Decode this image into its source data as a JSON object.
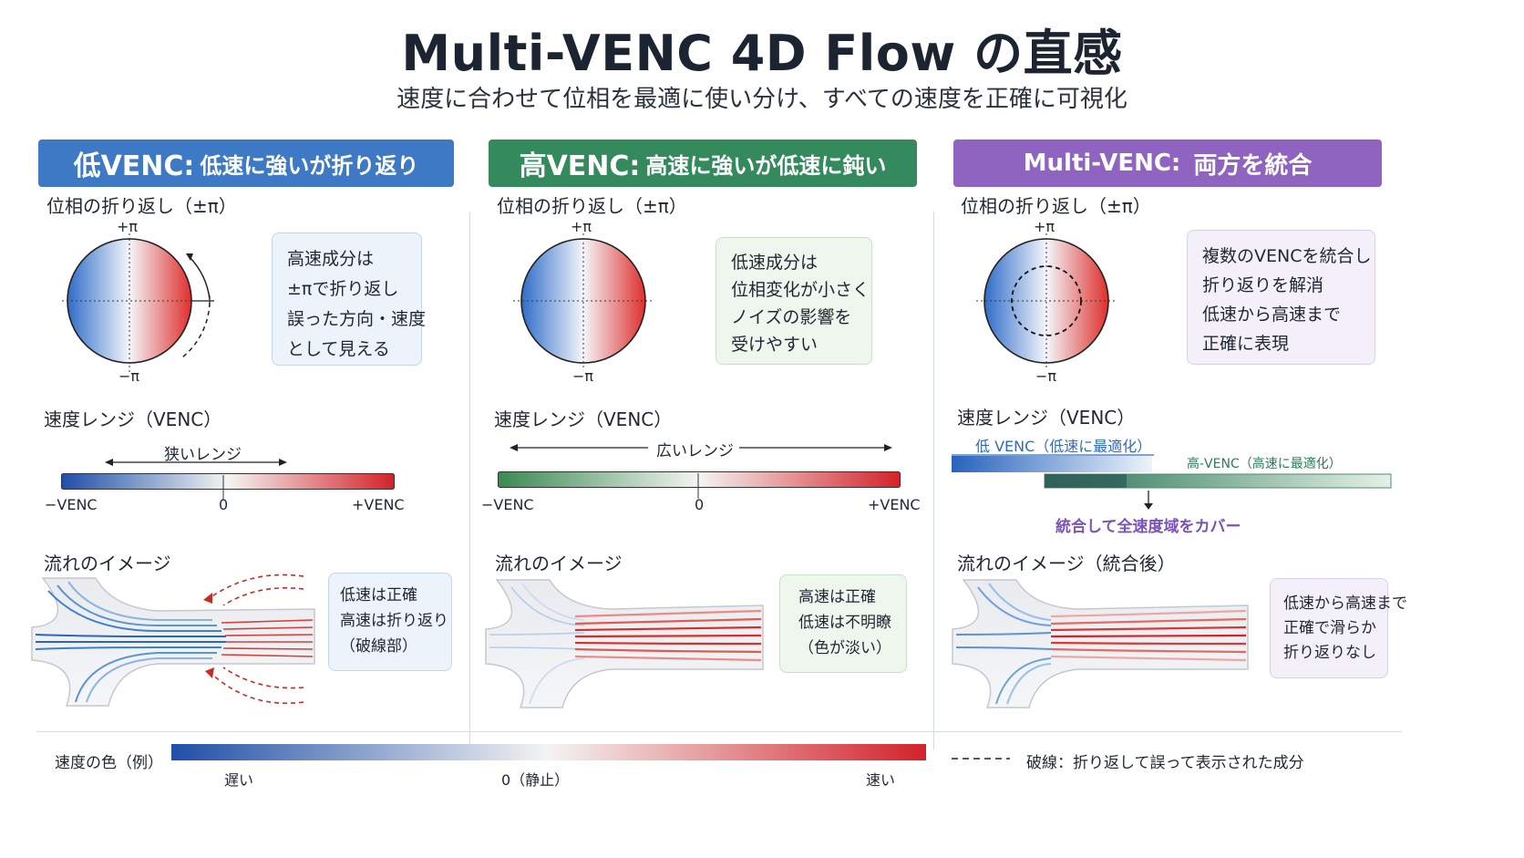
{
  "title": "Multi-VENC 4D Flow の直感",
  "subtitle": "速度に合わせて位相を最適に使い分け、すべての速度を正確に可視化",
  "colors": {
    "blue": "#3d79c4",
    "green": "#348a5c",
    "purple": "#8f64c0",
    "slow": "#1f4fa8",
    "fast": "#d3222a",
    "green_neg": "#3a8a52"
  },
  "panels": [
    {
      "banner_main": "低VENC:",
      "banner_sub": "低速に強いが折り返り",
      "phase_label": "位相の折り返し（±π）",
      "pi_top": "+π",
      "pi_bottom": "−π",
      "note_lines": [
        "高速成分は",
        "±πで折り返し",
        "誤った方向・速度",
        "として見える"
      ],
      "range_label": "速度レンジ（VENC）",
      "range_text": "狭いレンジ",
      "axis_neg": "−VENC",
      "axis_zero": "0",
      "axis_pos": "+VENC",
      "flow_label": "流れのイメージ",
      "flow_note_lines": [
        "低速は正確",
        "高速は折り返り",
        "（破線部）"
      ]
    },
    {
      "banner_main": "高VENC:",
      "banner_sub": "高速に強いが低速に鈍い",
      "phase_label": "位相の折り返し（±π）",
      "pi_top": "+π",
      "pi_bottom": "−π",
      "note_lines": [
        "低速成分は",
        "位相変化が小さく",
        "ノイズの影響を",
        "受けやすい"
      ],
      "range_label": "速度レンジ（VENC）",
      "range_text": "広いレンジ",
      "axis_neg": "−VENC",
      "axis_zero": "0",
      "axis_pos": "+VENC",
      "flow_label": "流れのイメージ",
      "flow_note_lines": [
        "高速は正確",
        "低速は不明瞭",
        "（色が淡い）"
      ]
    },
    {
      "banner_main": "Multi-VENC:",
      "banner_sub": "両方を統合",
      "phase_label": "位相の折り返し（±π）",
      "pi_top": "+π",
      "pi_bottom": "−π",
      "note_lines": [
        "複数のVENCを統合し",
        "折り返りを解消",
        "低速から高速まで",
        "正確に表現"
      ],
      "range_label": "速度レンジ（VENC）",
      "low_venc_label": "低 VENC（低速に最適化）",
      "high_venc_label": "高-VENC（高速に最適化）",
      "cover_text": "統合して全速度域をカバー",
      "flow_label": "流れのイメージ（統合後）",
      "flow_note_lines": [
        "低速から高速まで",
        "正確で滑らか",
        "折り返りなし"
      ]
    }
  ],
  "legend": {
    "label": "速度の色（例）",
    "slow": "遅い",
    "zero": "0（静止）",
    "fast": "速い",
    "dash_note": "破線：折り返して誤って表示された成分"
  }
}
